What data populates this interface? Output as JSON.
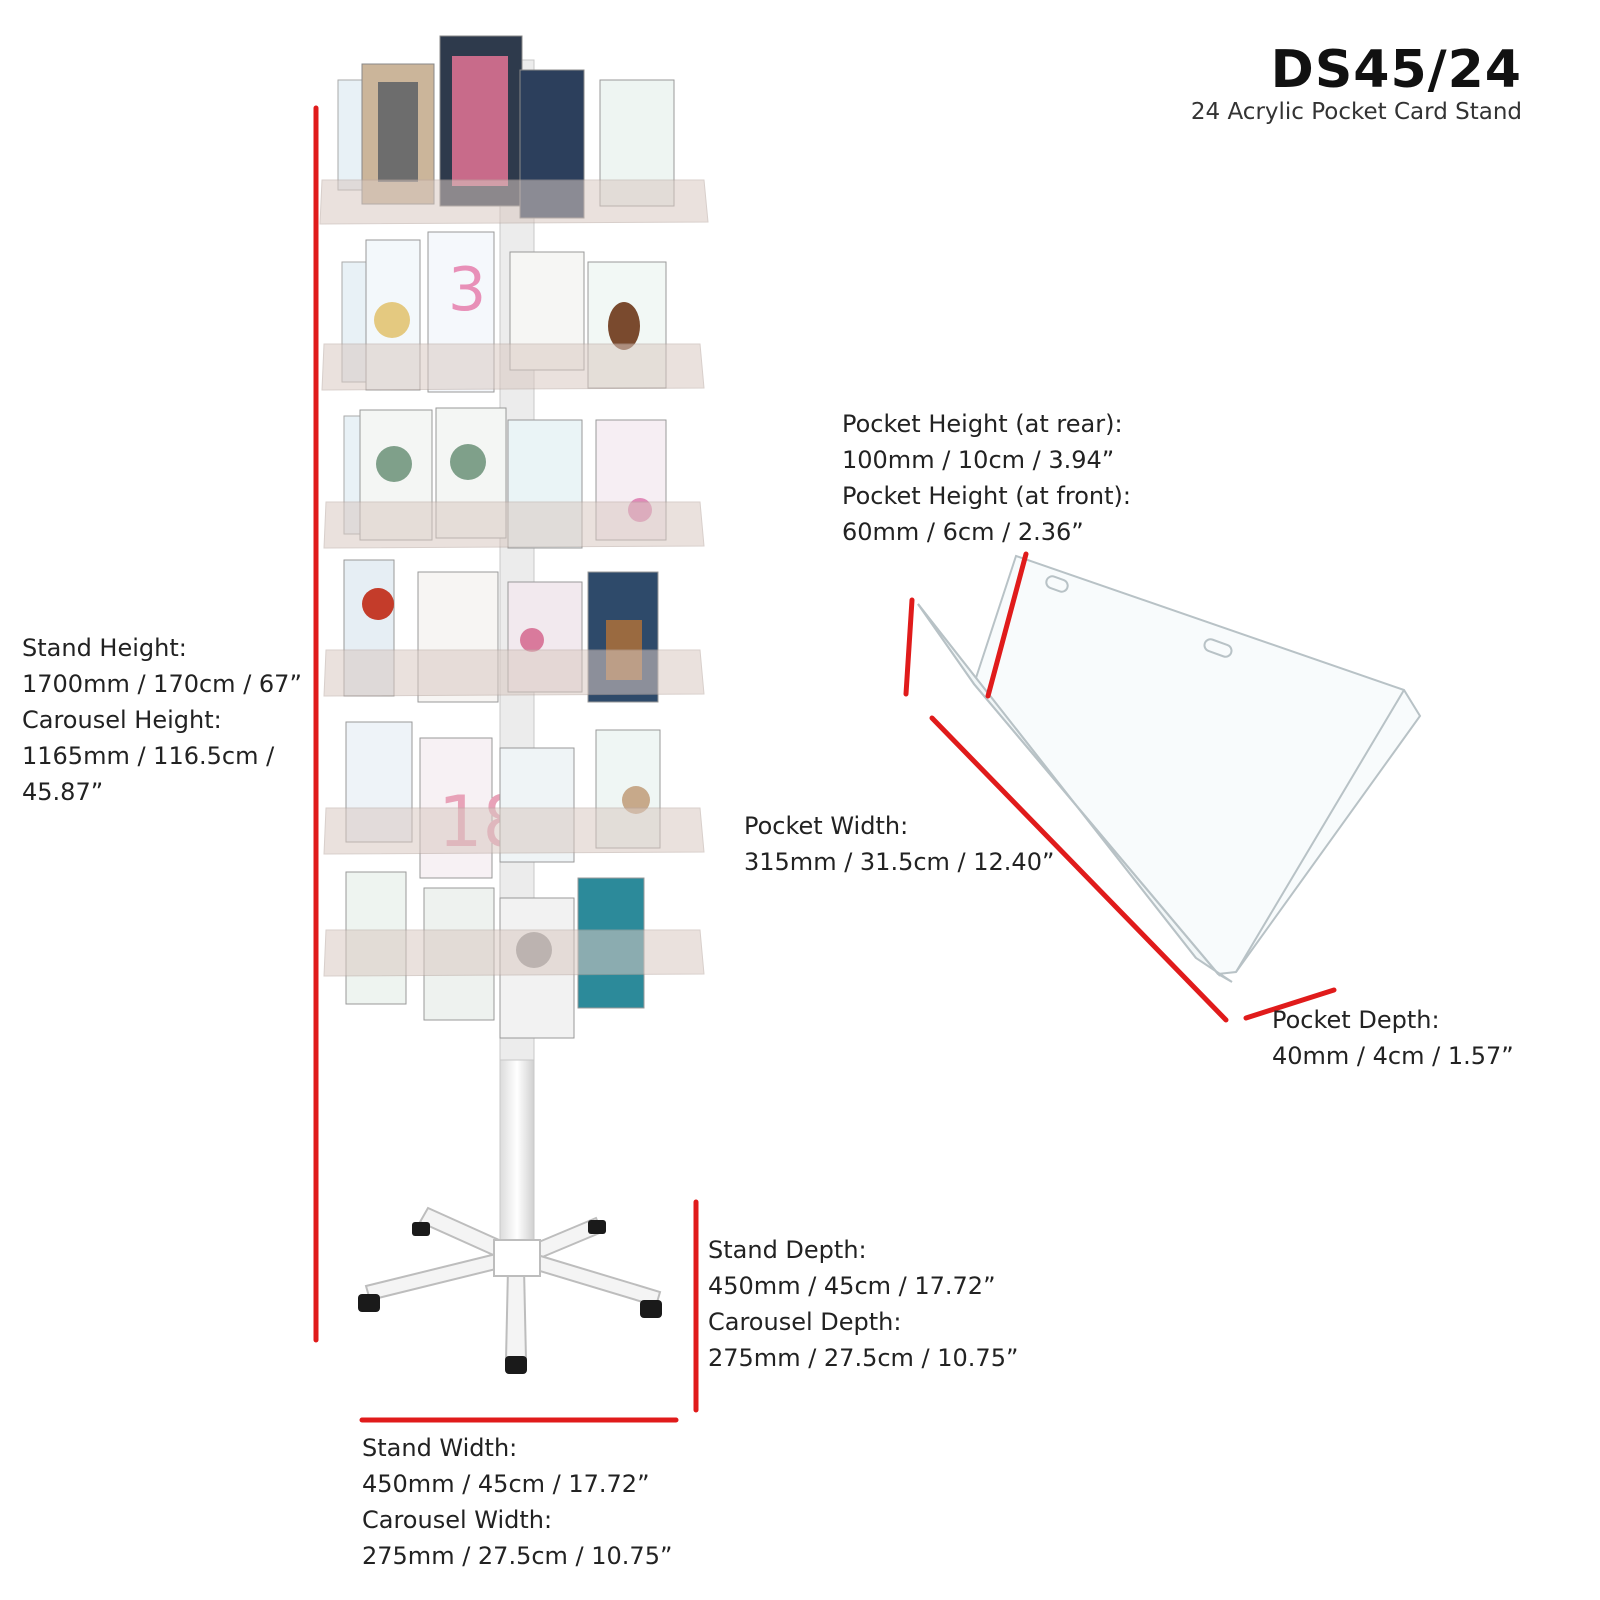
{
  "header": {
    "model": "DS45/24",
    "subtitle": "24 Acrylic Pocket Card Stand"
  },
  "specs": {
    "stand_height_label": "Stand Height:",
    "stand_height_value": "1700mm / 170cm / 67”",
    "carousel_height_label": "Carousel Height:",
    "carousel_height_value_1": "1165mm / 116.5cm /",
    "carousel_height_value_2": "45.87”",
    "pocket_height_rear_label": "Pocket Height (at rear):",
    "pocket_height_rear_value": "100mm / 10cm / 3.94”",
    "pocket_height_front_label": "Pocket Height (at front):",
    "pocket_height_front_value": "60mm / 6cm / 2.36”",
    "pocket_width_label": "Pocket Width:",
    "pocket_width_value": "315mm / 31.5cm / 12.40”",
    "pocket_depth_label": "Pocket Depth:",
    "pocket_depth_value": "40mm / 4cm / 1.57”",
    "stand_depth_label": "Stand Depth:",
    "stand_depth_value": "450mm / 45cm / 17.72”",
    "carousel_depth_label": "Carousel Depth:",
    "carousel_depth_value": "275mm / 27.5cm / 10.75”",
    "stand_width_label": "Stand Width:",
    "stand_width_value": "450mm / 45cm / 17.72”",
    "carousel_width_label": "Carousel Width:",
    "carousel_width_value": "275mm / 27.5cm / 10.75”"
  },
  "colors": {
    "dimension_line": "#e01b1b",
    "stand_frame": "#f2f2f2",
    "acrylic": "#d9c9c2"
  }
}
